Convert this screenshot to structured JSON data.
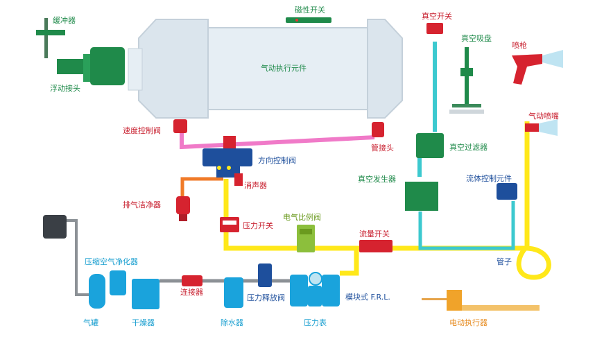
{
  "labels": {
    "buffer": "缓冲器",
    "floating_joint": "浮动接头",
    "magnetic_switch": "磁性开关",
    "cylinder": "气动执行元件",
    "speed_valve": "速度控制阀",
    "direction_valve": "方向控制阀",
    "pipe_joint": "管接头",
    "muffler": "消声器",
    "exhaust_cleaner": "排气洁净器",
    "pressure_switch": "压力开关",
    "ep_valve": "电气比例阀",
    "vacuum_switch": "真空开关",
    "vacuum_pad": "真空吸盘",
    "vacuum_filter": "真空过滤器",
    "vacuum_generator": "真空发生器",
    "spray_gun": "喷枪",
    "air_nozzle": "气动喷嘴",
    "flow_control": "流体控制元件",
    "flow_switch": "流量开关",
    "tube": "管子",
    "air_purifier": "压缩空气净化器",
    "tank": "气罐",
    "dryer": "干燥器",
    "connector": "连接器",
    "water_separator": "除水器",
    "relief_valve": "压力释放阀",
    "gauge": "压力表",
    "frl": "模块式 F.R.L.",
    "electric_actuator": "电动执行器"
  },
  "colors": {
    "yellow_line": "#ffe81a",
    "cyan_line": "#3cc9cf",
    "pink_line": "#f07ac8",
    "orange_line": "#f07a28",
    "gray_line": "#8c9196",
    "green": "#1f8a4a",
    "red": "#d6232f",
    "dark_blue": "#1e4f9c",
    "cyan_blue": "#1aa3dc",
    "cylinder_body": "#dfe8ef"
  }
}
